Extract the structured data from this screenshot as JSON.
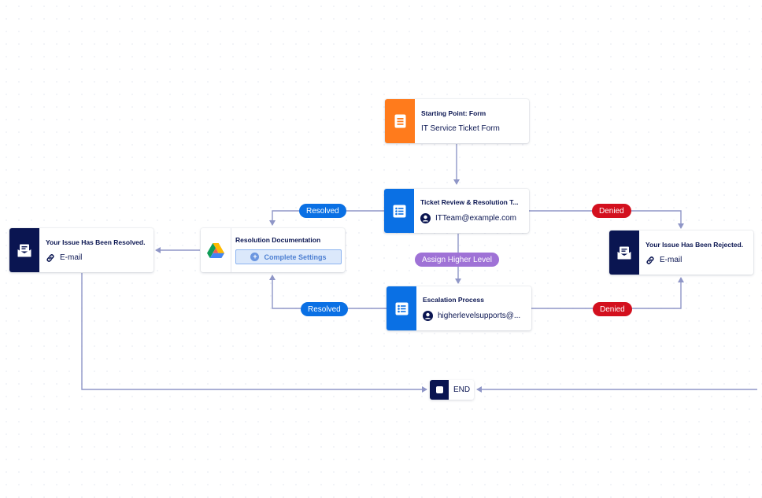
{
  "nodes": {
    "start": {
      "title": "Starting Point: Form",
      "subtitle": "IT Service Ticket Form",
      "icon": "form-icon"
    },
    "review": {
      "title": "Ticket Review & Resolution T...",
      "subtitle": "ITTeam@example.com",
      "icon": "approval-list-icon"
    },
    "resolved_email": {
      "title": "Your Issue Has Been Resolved.",
      "subtitle": "E-mail",
      "icon": "email-icon"
    },
    "documentation": {
      "title": "Resolution Documentation",
      "button": "Complete Settings",
      "icon": "google-drive-icon"
    },
    "rejected_email": {
      "title": "Your Issue Has Been Rejected.",
      "subtitle": "E-mail",
      "icon": "email-icon"
    },
    "escalation": {
      "title": "Escalation Process",
      "subtitle": "higherlevelsupports@...",
      "icon": "approval-list-icon"
    },
    "end": {
      "label": "END"
    }
  },
  "labels": {
    "resolved_top": "Resolved",
    "denied_top": "Denied",
    "assign_higher": "Assign Higher Level",
    "resolved_bottom": "Resolved",
    "denied_bottom": "Denied"
  },
  "colors": {
    "orange": "#ff7b1c",
    "blue": "#0a70e4",
    "navy": "#0a1551",
    "red": "#d3101e",
    "purple": "#9f72d6",
    "connector": "#8f96c7"
  }
}
